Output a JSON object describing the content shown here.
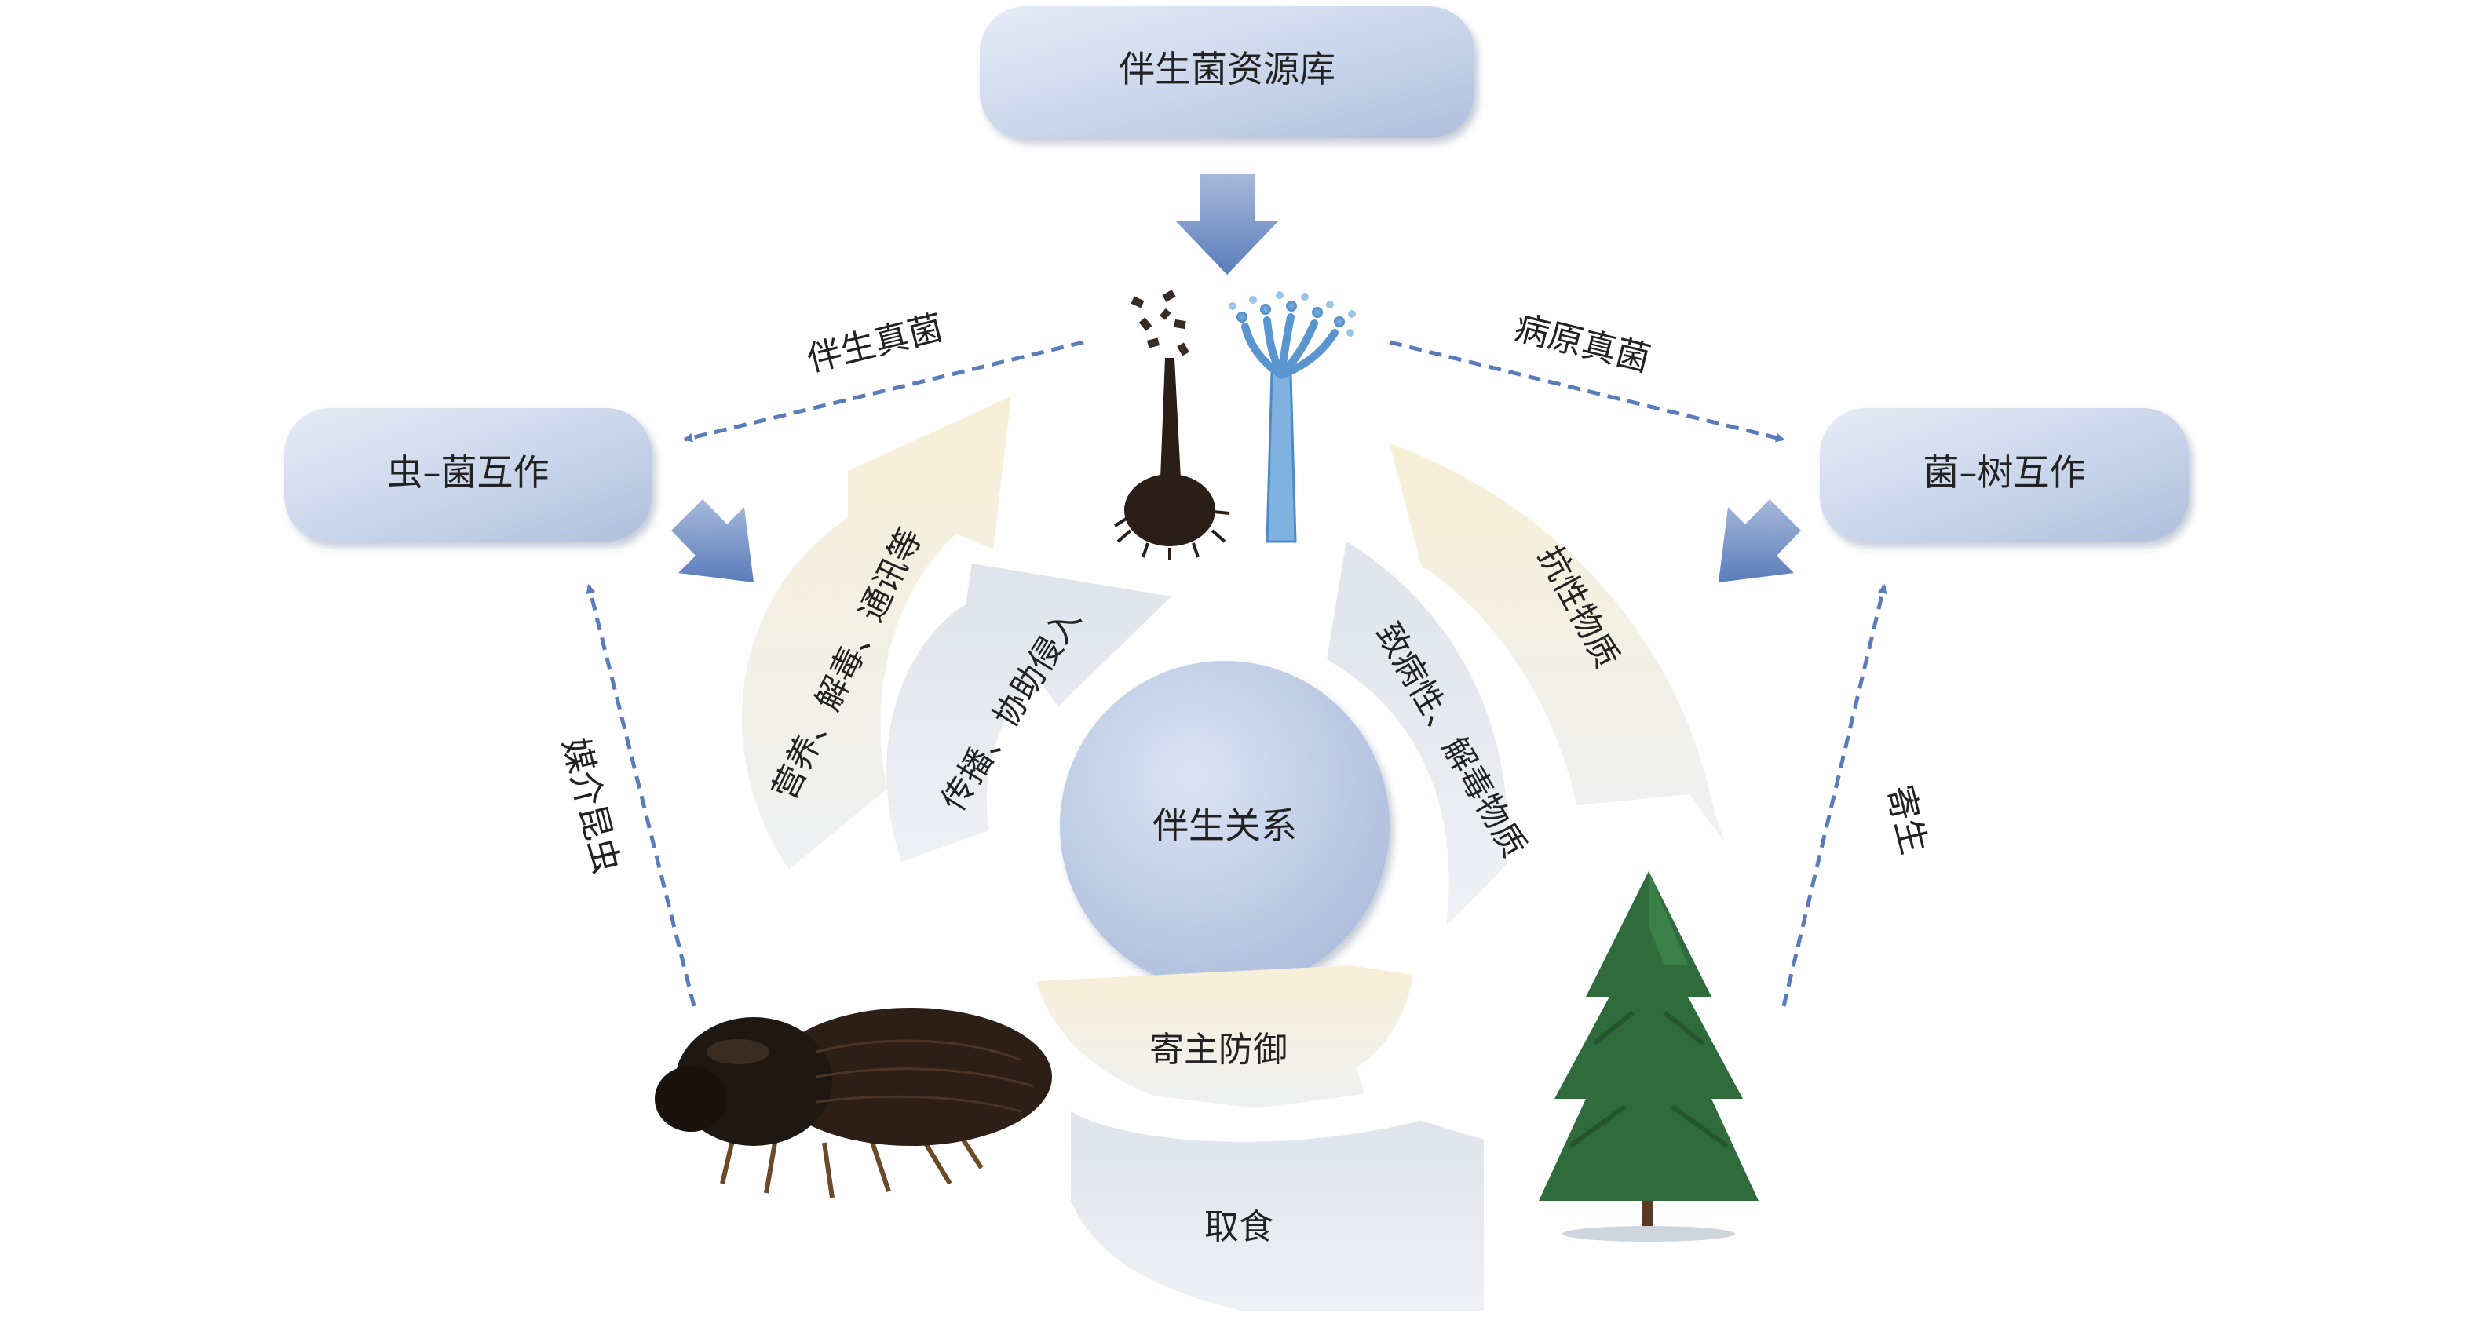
{
  "nodes": {
    "resource_pool": "伴生菌资源库",
    "insect_fungus": "虫–菌互作",
    "fungus_tree": "菌–树互作",
    "symbiosis": "伴生关系"
  },
  "edges": {
    "associated_fungi": "伴生真菌",
    "pathogenic_fungi": "病原真菌",
    "vector_insect": "媒介昆虫",
    "parasitism": "寄生"
  },
  "arcs": {
    "nutrition": "营养、解毒、通讯等",
    "spread": "传播、协助侵入",
    "pathogenicity": "致病性、解毒物质",
    "resistance": "抗性物质",
    "host_defense": "寄主防御",
    "feeding": "取食"
  },
  "icons": {
    "beetle": "bark-beetle-icon",
    "tree": "pine-tree-icon",
    "perithecium": "perithecium-icon",
    "conidiophore": "conidiophore-icon"
  },
  "colors": {
    "box": "#c7d3e8",
    "arrow": "#5a7cbb",
    "arc_cream": "#f6ebcf",
    "arc_gray": "#e3e7ed"
  }
}
